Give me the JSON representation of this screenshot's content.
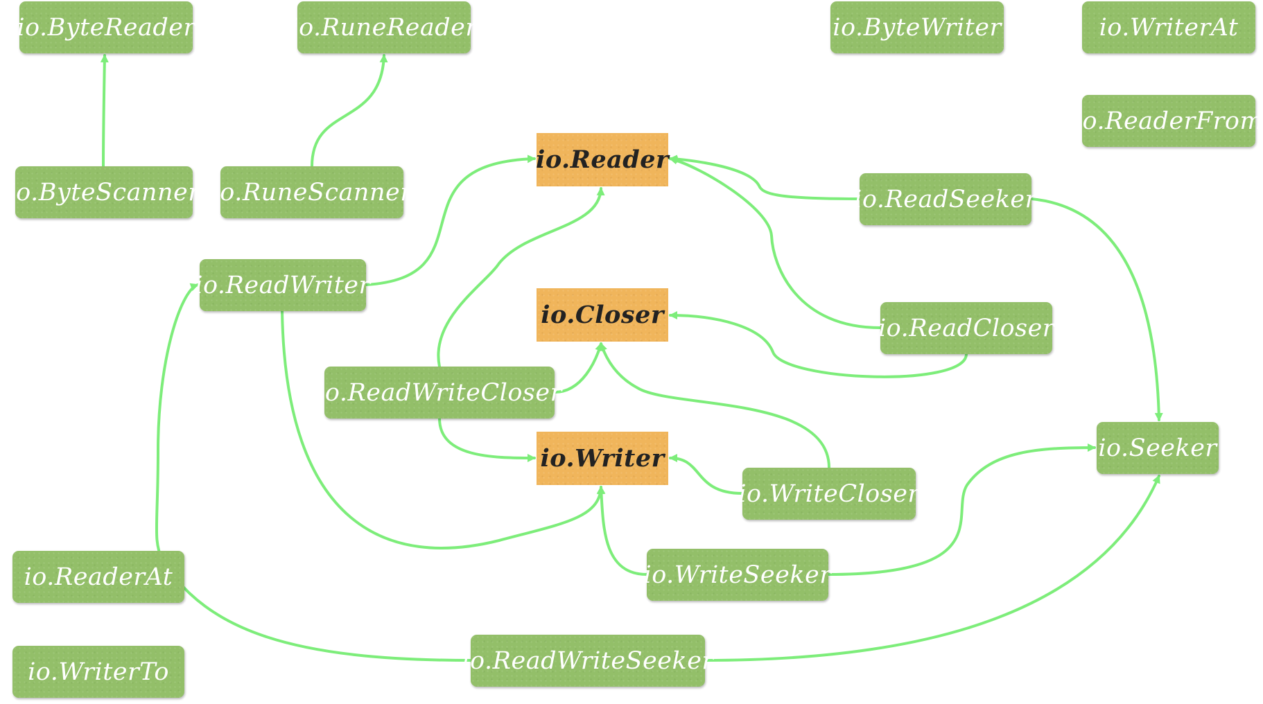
{
  "style": {
    "edge_color": "#7ded7a",
    "interface_color": "#93bf69",
    "interface_text_color": "#ffffff",
    "core_color": "#f0b55b",
    "core_text_color": "#222222"
  },
  "nodes": [
    {
      "id": "ByteReader",
      "label": "io.ByteReader",
      "kind": "interface"
    },
    {
      "id": "RuneReader",
      "label": "io.RuneReader",
      "kind": "interface"
    },
    {
      "id": "ByteWriter",
      "label": "io.ByteWriter",
      "kind": "interface"
    },
    {
      "id": "WriterAt",
      "label": "io.WriterAt",
      "kind": "interface"
    },
    {
      "id": "ReaderFrom",
      "label": "io.ReaderFrom",
      "kind": "interface"
    },
    {
      "id": "ByteScanner",
      "label": "io.ByteScanner",
      "kind": "interface"
    },
    {
      "id": "RuneScanner",
      "label": "io.RuneScanner",
      "kind": "interface"
    },
    {
      "id": "Reader",
      "label": "io.Reader",
      "kind": "core"
    },
    {
      "id": "ReadSeeker",
      "label": "io.ReadSeeker",
      "kind": "interface"
    },
    {
      "id": "ReadWriter",
      "label": "io.ReadWriter",
      "kind": "interface"
    },
    {
      "id": "Closer",
      "label": "io.Closer",
      "kind": "core"
    },
    {
      "id": "ReadCloser",
      "label": "io.ReadCloser",
      "kind": "interface"
    },
    {
      "id": "ReadWriteCloser",
      "label": "io.ReadWriteCloser",
      "kind": "interface"
    },
    {
      "id": "Writer",
      "label": "io.Writer",
      "kind": "core"
    },
    {
      "id": "Seeker",
      "label": "io.Seeker",
      "kind": "interface"
    },
    {
      "id": "WriteCloser",
      "label": "io.WriteCloser",
      "kind": "interface"
    },
    {
      "id": "ReaderAt",
      "label": "io.ReaderAt",
      "kind": "interface"
    },
    {
      "id": "WriteSeeker",
      "label": "io.WriteSeeker",
      "kind": "interface"
    },
    {
      "id": "WriterTo",
      "label": "io.WriterTo",
      "kind": "interface"
    },
    {
      "id": "ReadWriteSeeker",
      "label": "io.ReadWriteSeeker",
      "kind": "interface"
    }
  ],
  "edges": [
    {
      "from": "ByteScanner",
      "to": "ByteReader"
    },
    {
      "from": "RuneScanner",
      "to": "RuneReader"
    },
    {
      "from": "ReadWriter",
      "to": "Reader"
    },
    {
      "from": "ReadWriter",
      "to": "Writer"
    },
    {
      "from": "ReadSeeker",
      "to": "Reader"
    },
    {
      "from": "ReadSeeker",
      "to": "Seeker"
    },
    {
      "from": "ReadCloser",
      "to": "Reader"
    },
    {
      "from": "ReadCloser",
      "to": "Closer"
    },
    {
      "from": "ReadWriteCloser",
      "to": "Reader"
    },
    {
      "from": "ReadWriteCloser",
      "to": "Closer"
    },
    {
      "from": "ReadWriteCloser",
      "to": "Writer"
    },
    {
      "from": "WriteCloser",
      "to": "Closer"
    },
    {
      "from": "WriteCloser",
      "to": "Writer"
    },
    {
      "from": "WriteSeeker",
      "to": "Writer"
    },
    {
      "from": "WriteSeeker",
      "to": "Seeker"
    },
    {
      "from": "ReadWriteSeeker",
      "to": "ReadWriter"
    },
    {
      "from": "ReadWriteSeeker",
      "to": "Seeker"
    }
  ]
}
